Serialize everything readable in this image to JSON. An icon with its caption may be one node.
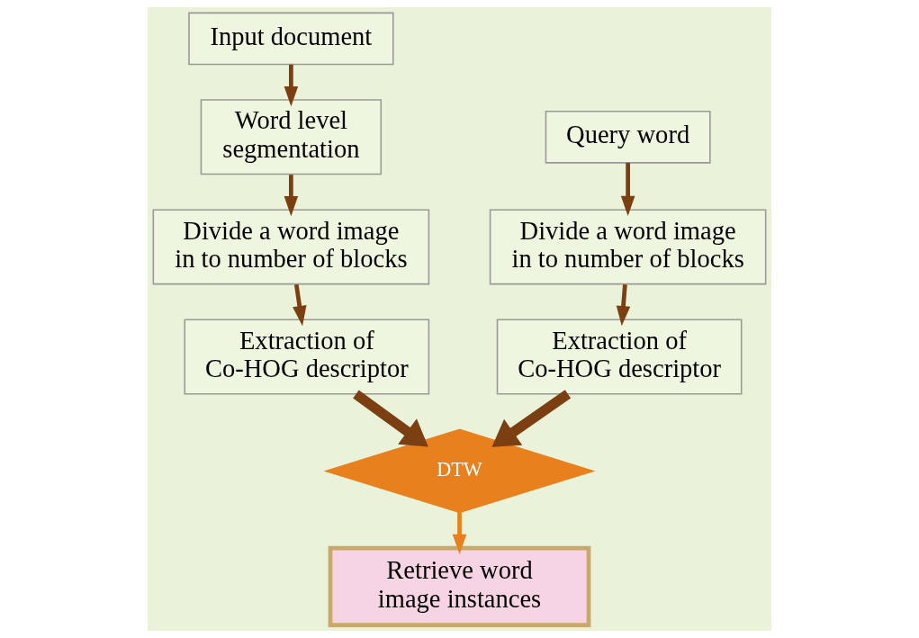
{
  "diagram": {
    "nodes": [
      {
        "text": [
          "Input document"
        ]
      },
      {
        "text": [
          "Word level segmentation"
        ]
      },
      {
        "text": [
          "Divide a word image in to number of blocks"
        ]
      },
      {
        "text": [
          "Extraction of Co-HOG descriptor"
        ]
      },
      {
        "text": [
          "Query word"
        ]
      },
      {
        "text": [
          "Divide a word image in to number of blocks"
        ]
      },
      {
        "text": [
          "Extraction of Co-HOG descriptor"
        ]
      },
      {
        "text": [
          "DTW"
        ]
      },
      {
        "text": [
          "Retrieve word image instances"
        ]
      }
    ],
    "edges": [
      {
        "from": 0,
        "to": 1,
        "arrow": "to"
      },
      {
        "from": 1,
        "to": 2,
        "arrow": "to"
      },
      {
        "from": 2,
        "to": 3,
        "arrow": "to"
      },
      {
        "from": 4,
        "to": 5,
        "arrow": "to"
      },
      {
        "from": 5,
        "to": 6,
        "arrow": "to"
      },
      {
        "from": 3,
        "to": 7,
        "arrow": "to",
        "style": "thick"
      },
      {
        "from": 6,
        "to": 7,
        "arrow": "to",
        "style": "thick"
      },
      {
        "from": 7,
        "to": 8,
        "arrow": "to",
        "color": "#e8801e"
      }
    ]
  }
}
